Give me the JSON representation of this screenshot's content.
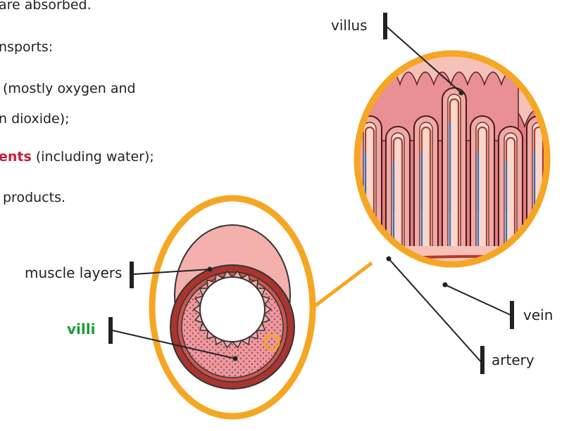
{
  "text": {
    "line1": "are absorbed.",
    "line2": "nsports:",
    "line3": "(mostly oxygen and",
    "line4": "n dioxide);",
    "line5_highlight": "ents",
    "line5_rest": " (including water);",
    "line6": "products."
  },
  "labels": {
    "villus": "villus",
    "muscle_layers": "muscle layers",
    "villi": "villi",
    "vein": "vein",
    "artery": "artery"
  },
  "colors": {
    "ring": "#f5a623",
    "villi_label": "#1a9c3a",
    "highlight": "#c41e3a",
    "artery": "#b23a2e",
    "vein": "#3b6fb6",
    "tissue": "#e8868a",
    "muscle": "#a8352f"
  }
}
